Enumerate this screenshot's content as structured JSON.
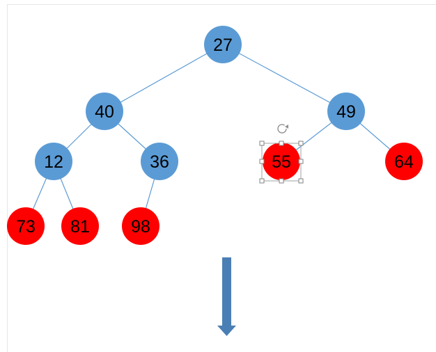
{
  "colors": {
    "inner_node": "#5b9bd5",
    "leaf_node": "#ff0000",
    "edge": "#5b9bd5",
    "arrow": "#4a7fb5",
    "label": "#000000"
  },
  "tree": {
    "nodes": [
      {
        "id": "n27",
        "label": "27",
        "kind": "inner"
      },
      {
        "id": "n40",
        "label": "40",
        "kind": "inner"
      },
      {
        "id": "n49",
        "label": "49",
        "kind": "inner"
      },
      {
        "id": "n12",
        "label": "12",
        "kind": "inner"
      },
      {
        "id": "n36",
        "label": "36",
        "kind": "inner"
      },
      {
        "id": "n55",
        "label": "55",
        "kind": "leaf",
        "selected": true
      },
      {
        "id": "n64",
        "label": "64",
        "kind": "leaf"
      },
      {
        "id": "n73",
        "label": "73",
        "kind": "leaf"
      },
      {
        "id": "n81",
        "label": "81",
        "kind": "leaf"
      },
      {
        "id": "n98",
        "label": "98",
        "kind": "leaf"
      }
    ],
    "edges": [
      [
        "n27",
        "n40"
      ],
      [
        "n27",
        "n49"
      ],
      [
        "n40",
        "n12"
      ],
      [
        "n40",
        "n36"
      ],
      [
        "n49",
        "n55"
      ],
      [
        "n49",
        "n64"
      ],
      [
        "n12",
        "n73"
      ],
      [
        "n12",
        "n81"
      ],
      [
        "n36",
        "n98"
      ]
    ]
  },
  "arrow": {
    "direction": "down",
    "icon": "down-arrow-icon"
  },
  "selection": {
    "icon": "rotate-handle-icon"
  }
}
